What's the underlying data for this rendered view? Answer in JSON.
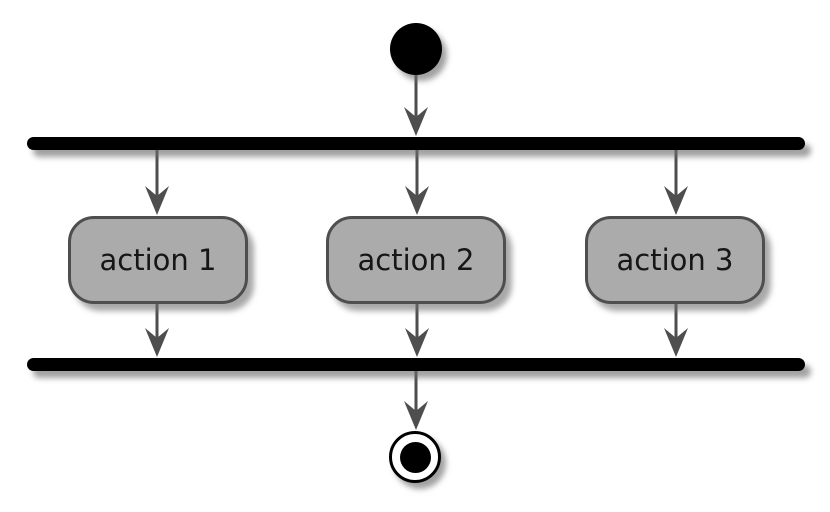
{
  "diagram": {
    "type": "activity-diagram",
    "colors": {
      "background": "#FFFFFF",
      "action_fill": "#ABABAB",
      "action_border": "#4E4E4E",
      "bar_fill": "#000000",
      "edge": "#4E4E4E",
      "text": "#161616"
    },
    "start_node": {
      "shape": "filled-circle"
    },
    "fork_bar": {
      "shape": "horizontal-bar"
    },
    "actions": [
      {
        "label": "action 1"
      },
      {
        "label": "action 2"
      },
      {
        "label": "action 3"
      }
    ],
    "join_bar": {
      "shape": "horizontal-bar"
    },
    "end_node": {
      "shape": "ring-with-dot"
    },
    "edges": [
      {
        "from": "start",
        "to": "fork-bar"
      },
      {
        "from": "fork-bar",
        "to": "action 1"
      },
      {
        "from": "fork-bar",
        "to": "action 2"
      },
      {
        "from": "fork-bar",
        "to": "action 3"
      },
      {
        "from": "action 1",
        "to": "join-bar"
      },
      {
        "from": "action 2",
        "to": "join-bar"
      },
      {
        "from": "action 3",
        "to": "join-bar"
      },
      {
        "from": "join-bar",
        "to": "end"
      }
    ]
  }
}
